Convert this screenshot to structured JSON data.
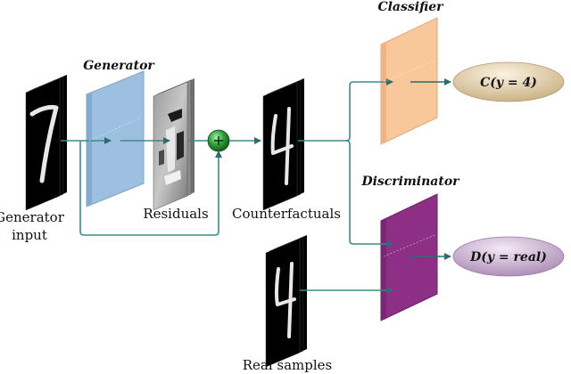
{
  "labels": {
    "generator_input_line1": "Generator",
    "generator_input_line2": "input",
    "generator": "Generator",
    "residuals": "Residuals",
    "counterfactuals": "Counterfactuals",
    "real_samples": "Real samples",
    "classifier": "Classifier",
    "discriminator": "Discriminator",
    "classifier_output": "C(y = 4)",
    "discriminator_output": "D(y = real)"
  },
  "colors": {
    "generator_block": "#9dbfe0",
    "classifier_block": "#f8c79a",
    "discriminator_block": "#8e2f86",
    "classifier_output": "#d8c39a",
    "discriminator_output": "#c7a9cf",
    "adder": "#2e9d3a",
    "connector": "#3d8a8c"
  },
  "icons": {
    "adder": "plus-circle-icon"
  }
}
